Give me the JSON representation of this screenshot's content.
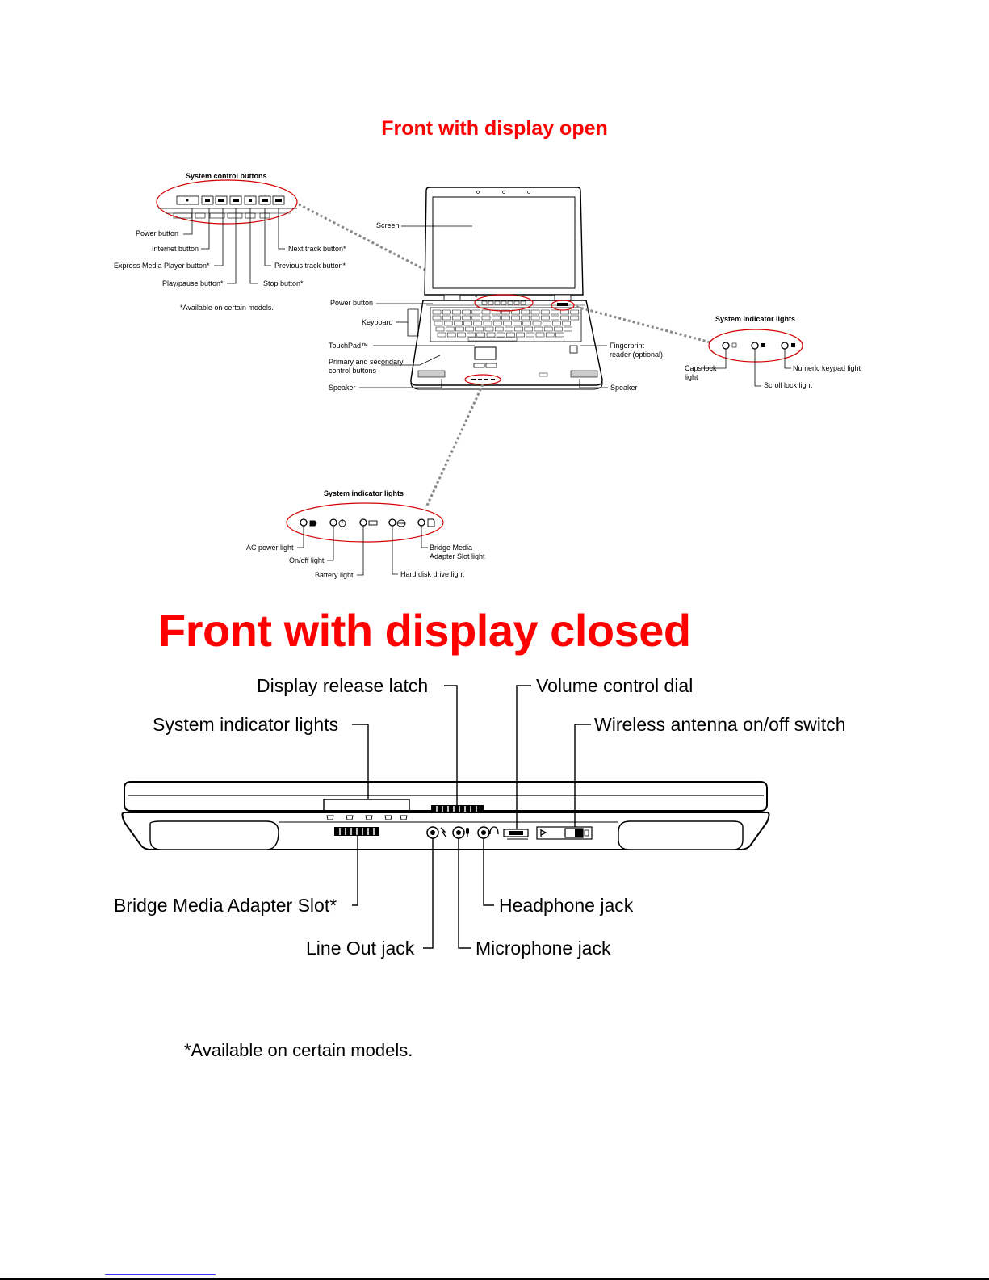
{
  "titles": {
    "open": "Front with display open",
    "closed": "Front with display closed"
  },
  "open_view": {
    "control_buttons_heading": "System control buttons",
    "control_buttons": [
      "Power button",
      "Internet button",
      "Express Media Player button*",
      "Play/pause button*",
      "Next track button*",
      "Previous track button*",
      "Stop button*"
    ],
    "control_note": "*Available on certain models.",
    "laptop_labels": {
      "screen": "Screen",
      "power": "Power button",
      "keyboard": "Keyboard",
      "touchpad": "TouchPad™",
      "primary_secondary_1": "Primary and secondary",
      "primary_secondary_2": "control buttons",
      "speaker_left": "Speaker",
      "speaker_right": "Speaker",
      "fingerprint_1": "Fingerprint",
      "fingerprint_2": "reader (optional)"
    },
    "right_indicators_heading": "System indicator lights",
    "right_indicators": {
      "caps_1": "Caps lock",
      "caps_2": "light",
      "scroll": "Scroll lock light",
      "numeric": "Numeric keypad light"
    },
    "bottom_indicators_heading": "System indicator lights",
    "bottom_indicators": {
      "ac": "AC power light",
      "onoff": "On/off light",
      "battery": "Battery light",
      "hdd": "Hard disk drive light",
      "bridge_1": "Bridge Media",
      "bridge_2": "Adapter Slot light"
    }
  },
  "closed_view": {
    "display_release_latch": "Display release latch",
    "volume_control_dial": "Volume control dial",
    "system_indicator_lights": "System indicator lights",
    "wireless_switch": "Wireless antenna on/off switch",
    "bridge_slot": "Bridge Media Adapter Slot*",
    "headphone_jack": "Headphone jack",
    "line_out_jack": "Line Out jack",
    "microphone_jack": "Microphone jack"
  },
  "footnote": "*Available on certain models.",
  "colors": {
    "title_red": "#ff0000",
    "callout_red": "#d40000",
    "dotted_gray": "#888888",
    "footer_link_blue": "#3b3bff"
  }
}
